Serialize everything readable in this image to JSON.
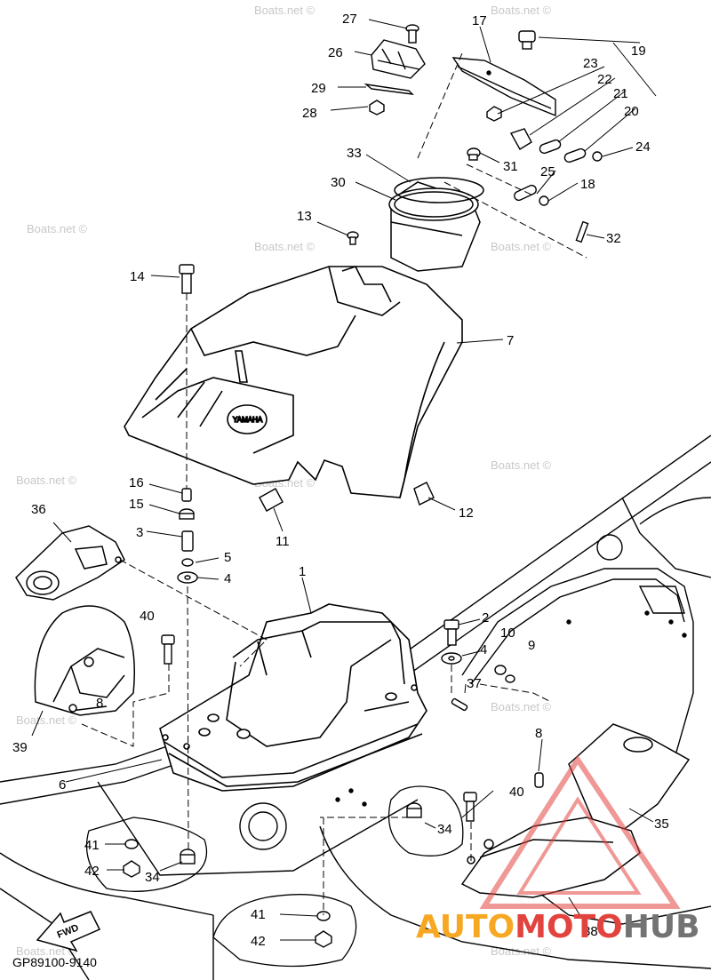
{
  "diagram": {
    "drawing_code": "GP89100-9140",
    "watermark_text": "Boats.net ©",
    "fwd_label": "FWD",
    "hull_logo_text": "YAMAHA",
    "brand": {
      "part1": "AUTO",
      "part2": "MOTO",
      "part3": "HUB",
      "color_orange": "#f7a823",
      "color_red": "#e2433e",
      "color_gray": "#737373"
    },
    "callouts": {
      "n1": "1",
      "n2": "2",
      "n3": "3",
      "n4a": "4",
      "n4b": "4",
      "n5": "5",
      "n6": "6",
      "n7": "7",
      "n8a": "8",
      "n8b": "8",
      "n9": "9",
      "n10": "10",
      "n11": "11",
      "n12": "12",
      "n13": "13",
      "n14": "14",
      "n15": "15",
      "n16": "16",
      "n17": "17",
      "n18": "18",
      "n19": "19",
      "n20": "20",
      "n21": "21",
      "n22": "22",
      "n23": "23",
      "n24": "24",
      "n25": "25",
      "n26": "26",
      "n27": "27",
      "n28": "28",
      "n29": "29",
      "n30": "30",
      "n31": "31",
      "n32": "32",
      "n33": "33",
      "n34a": "34",
      "n34b": "34",
      "n35": "35",
      "n36": "36",
      "n37": "37",
      "n38": "38",
      "n39": "39",
      "n40a": "40",
      "n40b": "40",
      "n41a": "41",
      "n41b": "41",
      "n42a": "42",
      "n42b": "42"
    }
  }
}
